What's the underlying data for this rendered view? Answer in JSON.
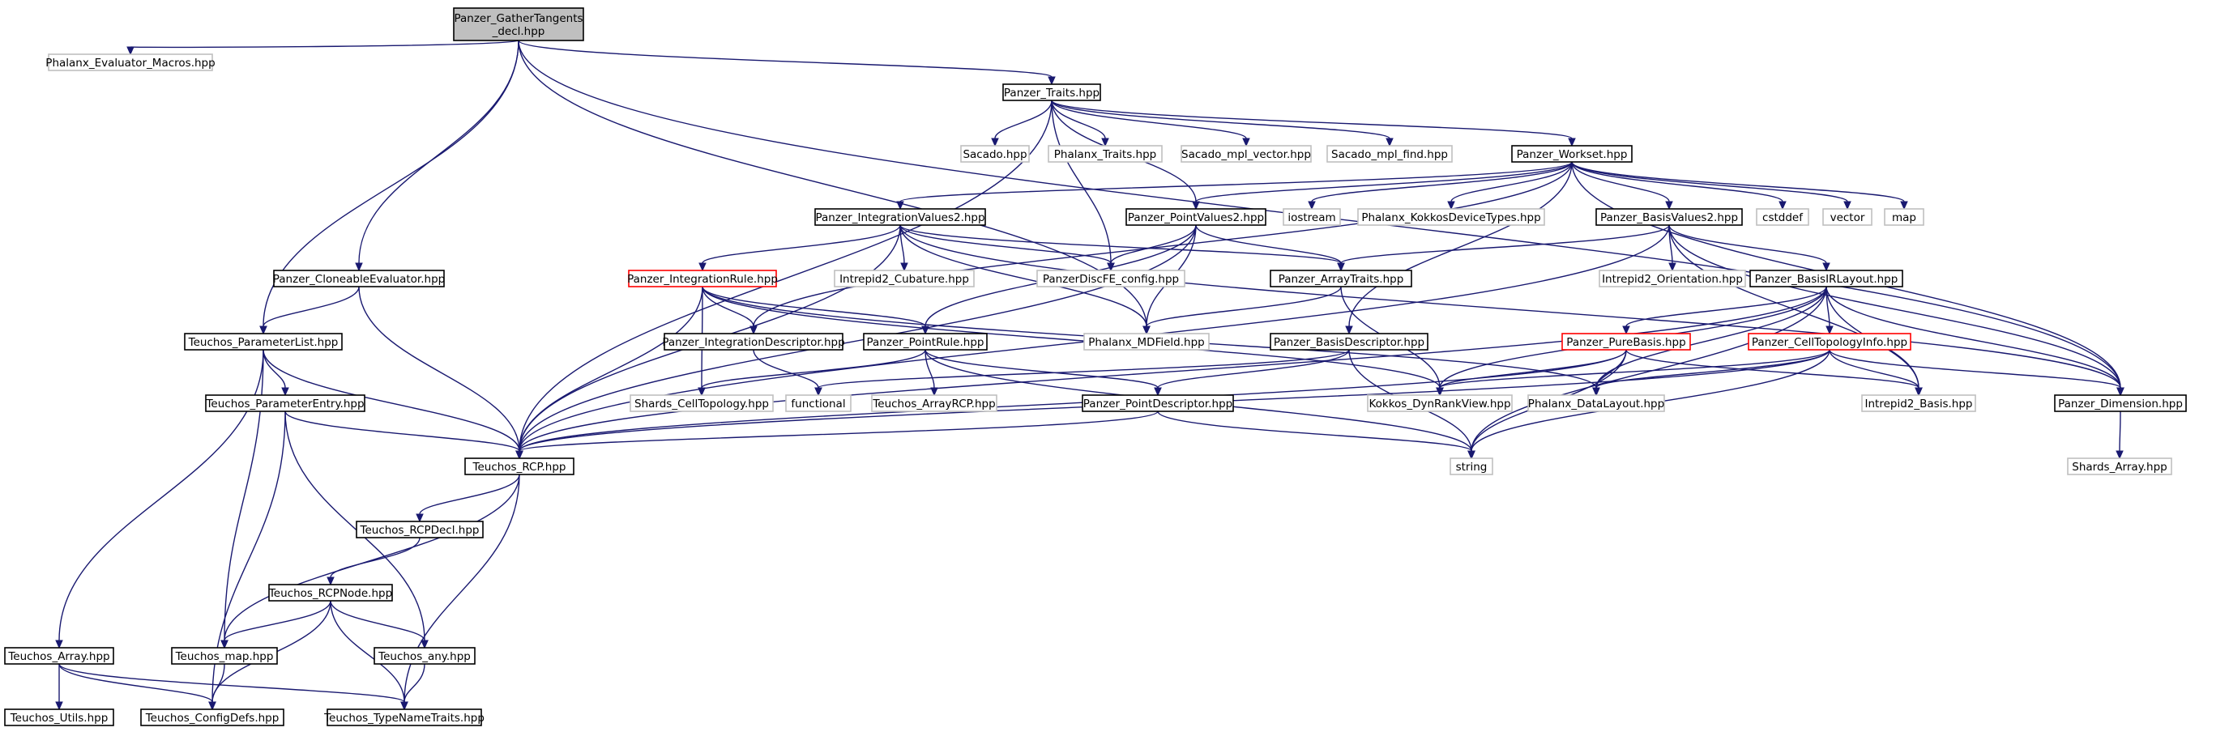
{
  "diagram": {
    "colors": {
      "root_fill": "#bfbfbf",
      "documented_border": "#000000",
      "external_border": "#bfbfbf",
      "truncated_border": "#ff0000",
      "edge": "#191970"
    },
    "nodes": [
      {
        "id": "root",
        "lines": [
          "Panzer_GatherTangents",
          "_decl.hpp"
        ],
        "style": "root"
      },
      {
        "id": "phx_eval_macros",
        "lines": [
          "Phalanx_Evaluator_Macros.hpp"
        ],
        "style": "external"
      },
      {
        "id": "panzer_traits",
        "lines": [
          "Panzer_Traits.hpp"
        ],
        "style": "documented"
      },
      {
        "id": "sacado",
        "lines": [
          "Sacado.hpp"
        ],
        "style": "external"
      },
      {
        "id": "phx_traits",
        "lines": [
          "Phalanx_Traits.hpp"
        ],
        "style": "external"
      },
      {
        "id": "sacado_mpl_vector",
        "lines": [
          "Sacado_mpl_vector.hpp"
        ],
        "style": "external"
      },
      {
        "id": "sacado_mpl_find",
        "lines": [
          "Sacado_mpl_find.hpp"
        ],
        "style": "external"
      },
      {
        "id": "panzer_workset",
        "lines": [
          "Panzer_Workset.hpp"
        ],
        "style": "documented"
      },
      {
        "id": "panzer_intvalues2",
        "lines": [
          "Panzer_IntegrationValues2.hpp"
        ],
        "style": "documented"
      },
      {
        "id": "panzer_pointvalues2",
        "lines": [
          "Panzer_PointValues2.hpp"
        ],
        "style": "documented"
      },
      {
        "id": "iostream",
        "lines": [
          "iostream"
        ],
        "style": "external"
      },
      {
        "id": "phx_kokkos_device",
        "lines": [
          "Phalanx_KokkosDeviceTypes.hpp"
        ],
        "style": "external"
      },
      {
        "id": "panzer_basisvalues2",
        "lines": [
          "Panzer_BasisValues2.hpp"
        ],
        "style": "documented"
      },
      {
        "id": "cstddef",
        "lines": [
          "cstddef"
        ],
        "style": "external"
      },
      {
        "id": "vector",
        "lines": [
          "vector"
        ],
        "style": "external"
      },
      {
        "id": "map",
        "lines": [
          "map"
        ],
        "style": "external"
      },
      {
        "id": "panzer_cloneable",
        "lines": [
          "Panzer_CloneableEvaluator.hpp"
        ],
        "style": "documented"
      },
      {
        "id": "panzer_introle",
        "lines": [
          "Panzer_IntegrationRule.hpp"
        ],
        "style": "truncated"
      },
      {
        "id": "intrepid2_cubature",
        "lines": [
          "Intrepid2_Cubature.hpp"
        ],
        "style": "external"
      },
      {
        "id": "panzer_discfe_config",
        "lines": [
          "PanzerDiscFE_config.hpp"
        ],
        "style": "external"
      },
      {
        "id": "panzer_arraytraits",
        "lines": [
          "Panzer_ArrayTraits.hpp"
        ],
        "style": "documented"
      },
      {
        "id": "intrepid2_orientation",
        "lines": [
          "Intrepid2_Orientation.hpp"
        ],
        "style": "external"
      },
      {
        "id": "panzer_basisirlayout",
        "lines": [
          "Panzer_BasisIRLayout.hpp"
        ],
        "style": "documented"
      },
      {
        "id": "teuchos_paramlist",
        "lines": [
          "Teuchos_ParameterList.hpp"
        ],
        "style": "documented"
      },
      {
        "id": "panzer_intdescriptor",
        "lines": [
          "Panzer_IntegrationDescriptor.hpp"
        ],
        "style": "documented"
      },
      {
        "id": "panzer_pointrule",
        "lines": [
          "Panzer_PointRule.hpp"
        ],
        "style": "documented"
      },
      {
        "id": "phx_mdfield",
        "lines": [
          "Phalanx_MDField.hpp"
        ],
        "style": "external"
      },
      {
        "id": "panzer_basisdescriptor",
        "lines": [
          "Panzer_BasisDescriptor.hpp"
        ],
        "style": "documented"
      },
      {
        "id": "panzer_purebasis",
        "lines": [
          "Panzer_PureBasis.hpp"
        ],
        "style": "truncated"
      },
      {
        "id": "panzer_celltopoinfo",
        "lines": [
          "Panzer_CellTopologyInfo.hpp"
        ],
        "style": "truncated"
      },
      {
        "id": "teuchos_paramentry",
        "lines": [
          "Teuchos_ParameterEntry.hpp"
        ],
        "style": "documented"
      },
      {
        "id": "shards_celltopo",
        "lines": [
          "Shards_CellTopology.hpp"
        ],
        "style": "external"
      },
      {
        "id": "functional",
        "lines": [
          "functional"
        ],
        "style": "external"
      },
      {
        "id": "teuchos_arrayrcp",
        "lines": [
          "Teuchos_ArrayRCP.hpp"
        ],
        "style": "external"
      },
      {
        "id": "panzer_pointdescriptor",
        "lines": [
          "Panzer_PointDescriptor.hpp"
        ],
        "style": "documented"
      },
      {
        "id": "kokkos_dynrank",
        "lines": [
          "Kokkos_DynRankView.hpp"
        ],
        "style": "external"
      },
      {
        "id": "phx_datalayout",
        "lines": [
          "Phalanx_DataLayout.hpp"
        ],
        "style": "external"
      },
      {
        "id": "intrepid2_basis",
        "lines": [
          "Intrepid2_Basis.hpp"
        ],
        "style": "external"
      },
      {
        "id": "panzer_dimension",
        "lines": [
          "Panzer_Dimension.hpp"
        ],
        "style": "documented"
      },
      {
        "id": "teuchos_rcp",
        "lines": [
          "Teuchos_RCP.hpp"
        ],
        "style": "documented"
      },
      {
        "id": "string",
        "lines": [
          "string"
        ],
        "style": "external"
      },
      {
        "id": "shards_array",
        "lines": [
          "Shards_Array.hpp"
        ],
        "style": "external"
      },
      {
        "id": "teuchos_rcpdecl",
        "lines": [
          "Teuchos_RCPDecl.hpp"
        ],
        "style": "documented"
      },
      {
        "id": "teuchos_rcpnode",
        "lines": [
          "Teuchos_RCPNode.hpp"
        ],
        "style": "documented"
      },
      {
        "id": "teuchos_array",
        "lines": [
          "Teuchos_Array.hpp"
        ],
        "style": "documented"
      },
      {
        "id": "teuchos_map",
        "lines": [
          "Teuchos_map.hpp"
        ],
        "style": "documented"
      },
      {
        "id": "teuchos_any",
        "lines": [
          "Teuchos_any.hpp"
        ],
        "style": "documented"
      },
      {
        "id": "teuchos_utils",
        "lines": [
          "Teuchos_Utils.hpp"
        ],
        "style": "documented"
      },
      {
        "id": "teuchos_configdefs",
        "lines": [
          "Teuchos_ConfigDefs.hpp"
        ],
        "style": "documented"
      },
      {
        "id": "teuchos_typenametraits",
        "lines": [
          "Teuchos_TypeNameTraits.hpp"
        ],
        "style": "documented"
      }
    ],
    "edges": [
      [
        "root",
        "phx_eval_macros"
      ],
      [
        "root",
        "panzer_traits"
      ],
      [
        "root",
        "teuchos_paramlist"
      ],
      [
        "root",
        "panzer_cloneable"
      ],
      [
        "root",
        "panzer_dimension"
      ],
      [
        "root",
        "phx_mdfield"
      ],
      [
        "panzer_traits",
        "sacado"
      ],
      [
        "panzer_traits",
        "phx_traits"
      ],
      [
        "panzer_traits",
        "sacado_mpl_vector"
      ],
      [
        "panzer_traits",
        "sacado_mpl_find"
      ],
      [
        "panzer_traits",
        "panzer_workset"
      ],
      [
        "panzer_traits",
        "panzer_discfe_config"
      ],
      [
        "panzer_traits",
        "teuchos_rcp"
      ],
      [
        "panzer_traits",
        "panzer_pointvalues2"
      ],
      [
        "panzer_workset",
        "panzer_intvalues2"
      ],
      [
        "panzer_workset",
        "panzer_pointvalues2"
      ],
      [
        "panzer_workset",
        "iostream"
      ],
      [
        "panzer_workset",
        "phx_kokkos_device"
      ],
      [
        "panzer_workset",
        "panzer_basisvalues2"
      ],
      [
        "panzer_workset",
        "cstddef"
      ],
      [
        "panzer_workset",
        "vector"
      ],
      [
        "panzer_workset",
        "map"
      ],
      [
        "panzer_workset",
        "panzer_dimension"
      ],
      [
        "panzer_workset",
        "panzer_intdescriptor"
      ],
      [
        "panzer_workset",
        "panzer_basisdescriptor"
      ],
      [
        "panzer_intvalues2",
        "panzer_introle"
      ],
      [
        "panzer_intvalues2",
        "intrepid2_cubature"
      ],
      [
        "panzer_intvalues2",
        "panzer_discfe_config"
      ],
      [
        "panzer_intvalues2",
        "panzer_arraytraits"
      ],
      [
        "panzer_intvalues2",
        "phx_mdfield"
      ],
      [
        "panzer_intvalues2",
        "teuchos_rcp"
      ],
      [
        "panzer_intvalues2",
        "panzer_dimension"
      ],
      [
        "panzer_pointvalues2",
        "panzer_discfe_config"
      ],
      [
        "panzer_pointvalues2",
        "panzer_arraytraits"
      ],
      [
        "panzer_pointvalues2",
        "phx_mdfield"
      ],
      [
        "panzer_pointvalues2",
        "panzer_pointrule"
      ],
      [
        "panzer_pointvalues2",
        "teuchos_rcp"
      ],
      [
        "panzer_basisvalues2",
        "intrepid2_orientation"
      ],
      [
        "panzer_basisvalues2",
        "panzer_basisirlayout"
      ],
      [
        "panzer_basisvalues2",
        "panzer_arraytraits"
      ],
      [
        "panzer_basisvalues2",
        "intrepid2_basis"
      ],
      [
        "panzer_basisvalues2",
        "panzer_dimension"
      ],
      [
        "panzer_basisvalues2",
        "teuchos_rcp"
      ],
      [
        "panzer_cloneable",
        "teuchos_paramlist"
      ],
      [
        "panzer_cloneable",
        "teuchos_rcp"
      ],
      [
        "panzer_introle",
        "panzer_intdescriptor"
      ],
      [
        "panzer_introle",
        "panzer_pointrule"
      ],
      [
        "panzer_introle",
        "shards_celltopo"
      ],
      [
        "panzer_introle",
        "teuchos_rcp"
      ],
      [
        "panzer_introle",
        "kokkos_dynrank"
      ],
      [
        "panzer_introle",
        "phx_datalayout"
      ],
      [
        "panzer_arraytraits",
        "phx_mdfield"
      ],
      [
        "panzer_arraytraits",
        "kokkos_dynrank"
      ],
      [
        "panzer_basisirlayout",
        "panzer_purebasis"
      ],
      [
        "panzer_basisirlayout",
        "panzer_celltopoinfo"
      ],
      [
        "panzer_basisirlayout",
        "phx_datalayout"
      ],
      [
        "panzer_basisirlayout",
        "intrepid2_basis"
      ],
      [
        "panzer_basisirlayout",
        "panzer_dimension"
      ],
      [
        "panzer_basisirlayout",
        "teuchos_rcp"
      ],
      [
        "panzer_basisirlayout",
        "kokkos_dynrank"
      ],
      [
        "panzer_basisirlayout",
        "string"
      ],
      [
        "teuchos_paramlist",
        "teuchos_paramentry"
      ],
      [
        "teuchos_paramlist",
        "teuchos_rcp"
      ],
      [
        "teuchos_paramlist",
        "teuchos_array"
      ],
      [
        "teuchos_paramlist",
        "teuchos_map"
      ],
      [
        "panzer_intdescriptor",
        "functional"
      ],
      [
        "panzer_pointrule",
        "shards_celltopo"
      ],
      [
        "panzer_pointrule",
        "teuchos_arrayrcp"
      ],
      [
        "panzer_pointrule",
        "panzer_pointdescriptor"
      ],
      [
        "panzer_pointrule",
        "string"
      ],
      [
        "panzer_basisdescriptor",
        "panzer_pointdescriptor"
      ],
      [
        "panzer_basisdescriptor",
        "functional"
      ],
      [
        "panzer_basisdescriptor",
        "string"
      ],
      [
        "panzer_purebasis",
        "phx_datalayout"
      ],
      [
        "panzer_purebasis",
        "intrepid2_basis"
      ],
      [
        "panzer_purebasis",
        "kokkos_dynrank"
      ],
      [
        "panzer_purebasis",
        "teuchos_rcp"
      ],
      [
        "panzer_purebasis",
        "string"
      ],
      [
        "panzer_celltopoinfo",
        "phx_datalayout"
      ],
      [
        "panzer_celltopoinfo",
        "intrepid2_basis"
      ],
      [
        "panzer_celltopoinfo",
        "panzer_dimension"
      ],
      [
        "panzer_celltopoinfo",
        "kokkos_dynrank"
      ],
      [
        "panzer_celltopoinfo",
        "teuchos_rcp"
      ],
      [
        "panzer_celltopoinfo",
        "string"
      ],
      [
        "teuchos_paramentry",
        "teuchos_rcp"
      ],
      [
        "teuchos_paramentry",
        "teuchos_any"
      ],
      [
        "teuchos_paramentry",
        "teuchos_configdefs"
      ],
      [
        "panzer_pointdescriptor",
        "teuchos_rcp"
      ],
      [
        "panzer_pointdescriptor",
        "string"
      ],
      [
        "panzer_dimension",
        "shards_array"
      ],
      [
        "teuchos_rcp",
        "teuchos_rcpdecl"
      ],
      [
        "teuchos_rcp",
        "teuchos_map"
      ],
      [
        "teuchos_rcp",
        "teuchos_typenametraits"
      ],
      [
        "teuchos_rcpdecl",
        "teuchos_rcpnode"
      ],
      [
        "teuchos_rcpnode",
        "teuchos_map"
      ],
      [
        "teuchos_rcpnode",
        "teuchos_any"
      ],
      [
        "teuchos_rcpnode",
        "teuchos_configdefs"
      ],
      [
        "teuchos_rcpnode",
        "teuchos_typenametraits"
      ],
      [
        "teuchos_array",
        "teuchos_utils"
      ],
      [
        "teuchos_array",
        "teuchos_configdefs"
      ],
      [
        "teuchos_array",
        "teuchos_typenametraits"
      ],
      [
        "teuchos_map",
        "teuchos_configdefs"
      ],
      [
        "teuchos_any",
        "teuchos_typenametraits"
      ]
    ]
  }
}
